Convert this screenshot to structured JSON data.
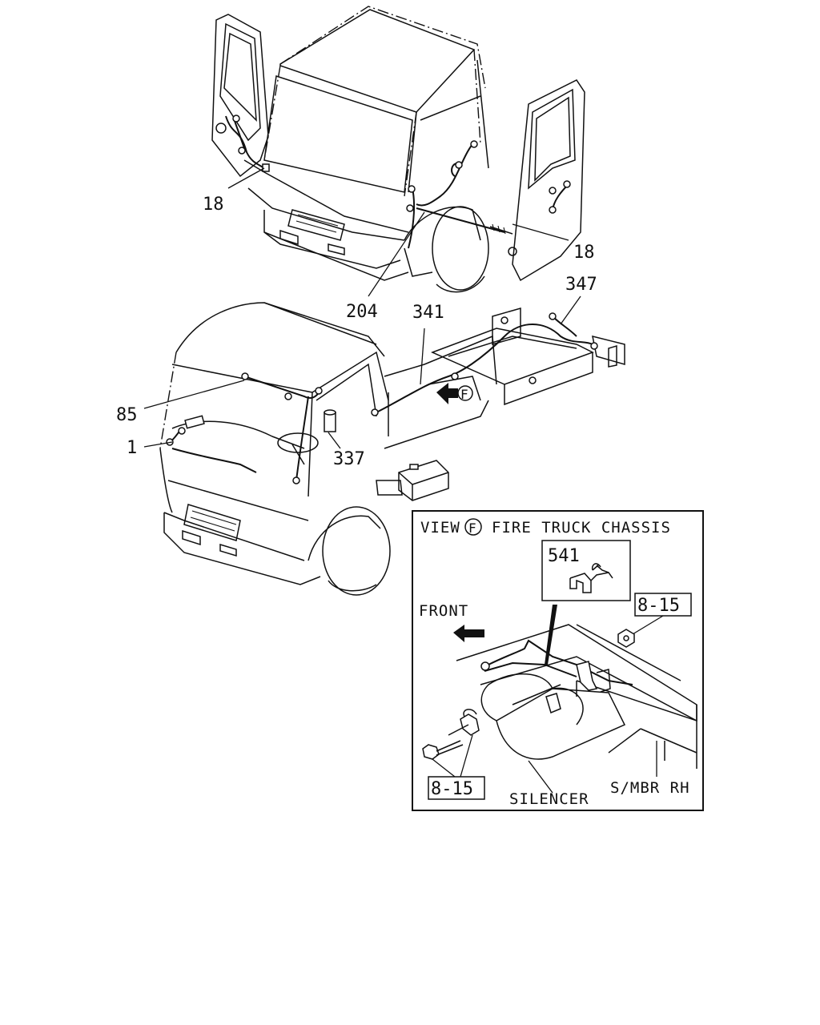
{
  "callouts": {
    "c18_left": "18",
    "c18_right": "18",
    "c204": "204",
    "c341": "341",
    "c347": "347",
    "c85": "85",
    "c1": "1",
    "c337": "337"
  },
  "view_marker": "F",
  "inset": {
    "title_prefix": "VIEW",
    "title_marker": "F",
    "title_suffix": "FIRE TRUCK CHASSIS",
    "part_541": "541",
    "ref_top": "8-15",
    "ref_bottom": "8-15",
    "front_label": "FRONT",
    "silencer_label": "SILENCER",
    "smbr_label": "S/MBR RH"
  }
}
